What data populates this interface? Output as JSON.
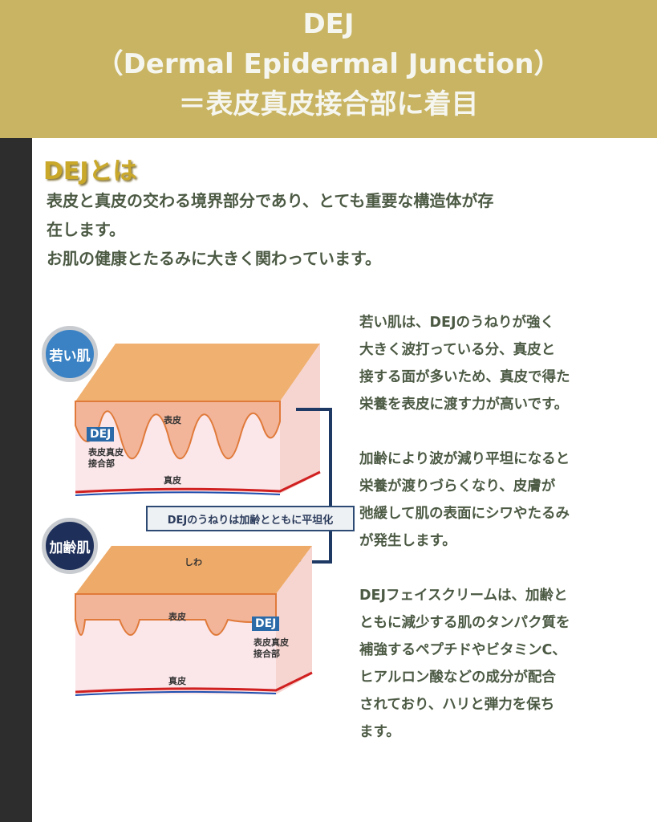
{
  "header": {
    "line1": "DEJ",
    "line2": "（Dermal Epidermal Junction）",
    "line3": "＝表皮真皮接合部に着目"
  },
  "section": {
    "heading": "DEJとは",
    "intro_lines": [
      "表皮と真皮の交わる境界部分であり、とても重要な構造体が存",
      "在します。",
      "お肌の健康とたるみに大きく関わっています。"
    ]
  },
  "figure": {
    "young_badge": "若い肌",
    "aged_badge": "加齢肌",
    "callout": "DEJのうねりは加齢とともに平坦化",
    "epidermis": "表皮",
    "dermis": "真皮",
    "dej": "DEJ",
    "dej_caption_1": "表皮真皮",
    "dej_caption_2": "接合部",
    "wrinkle": "しわ"
  },
  "paragraphs": [
    [
      "若い肌は、DEJのうねりが強く",
      "大きく波打っている分、真皮と",
      "接する面が多いため、真皮で得た",
      "栄養を表皮に渡す力が高いです。"
    ],
    [
      "加齢により波が減り平坦になると",
      "栄養が渡りづらくなり、皮膚が",
      "弛緩して肌の表面にシワやたるみ",
      "が発生します。"
    ],
    [
      "DEJフェイスクリームは、加齢と",
      "ともに減少する肌のタンパク質を",
      "補強するペプチドやビタミンC、",
      "ヒアルロン酸などの成分が配合",
      "されており、ハリと弾力を保ち",
      "ます。"
    ]
  ]
}
